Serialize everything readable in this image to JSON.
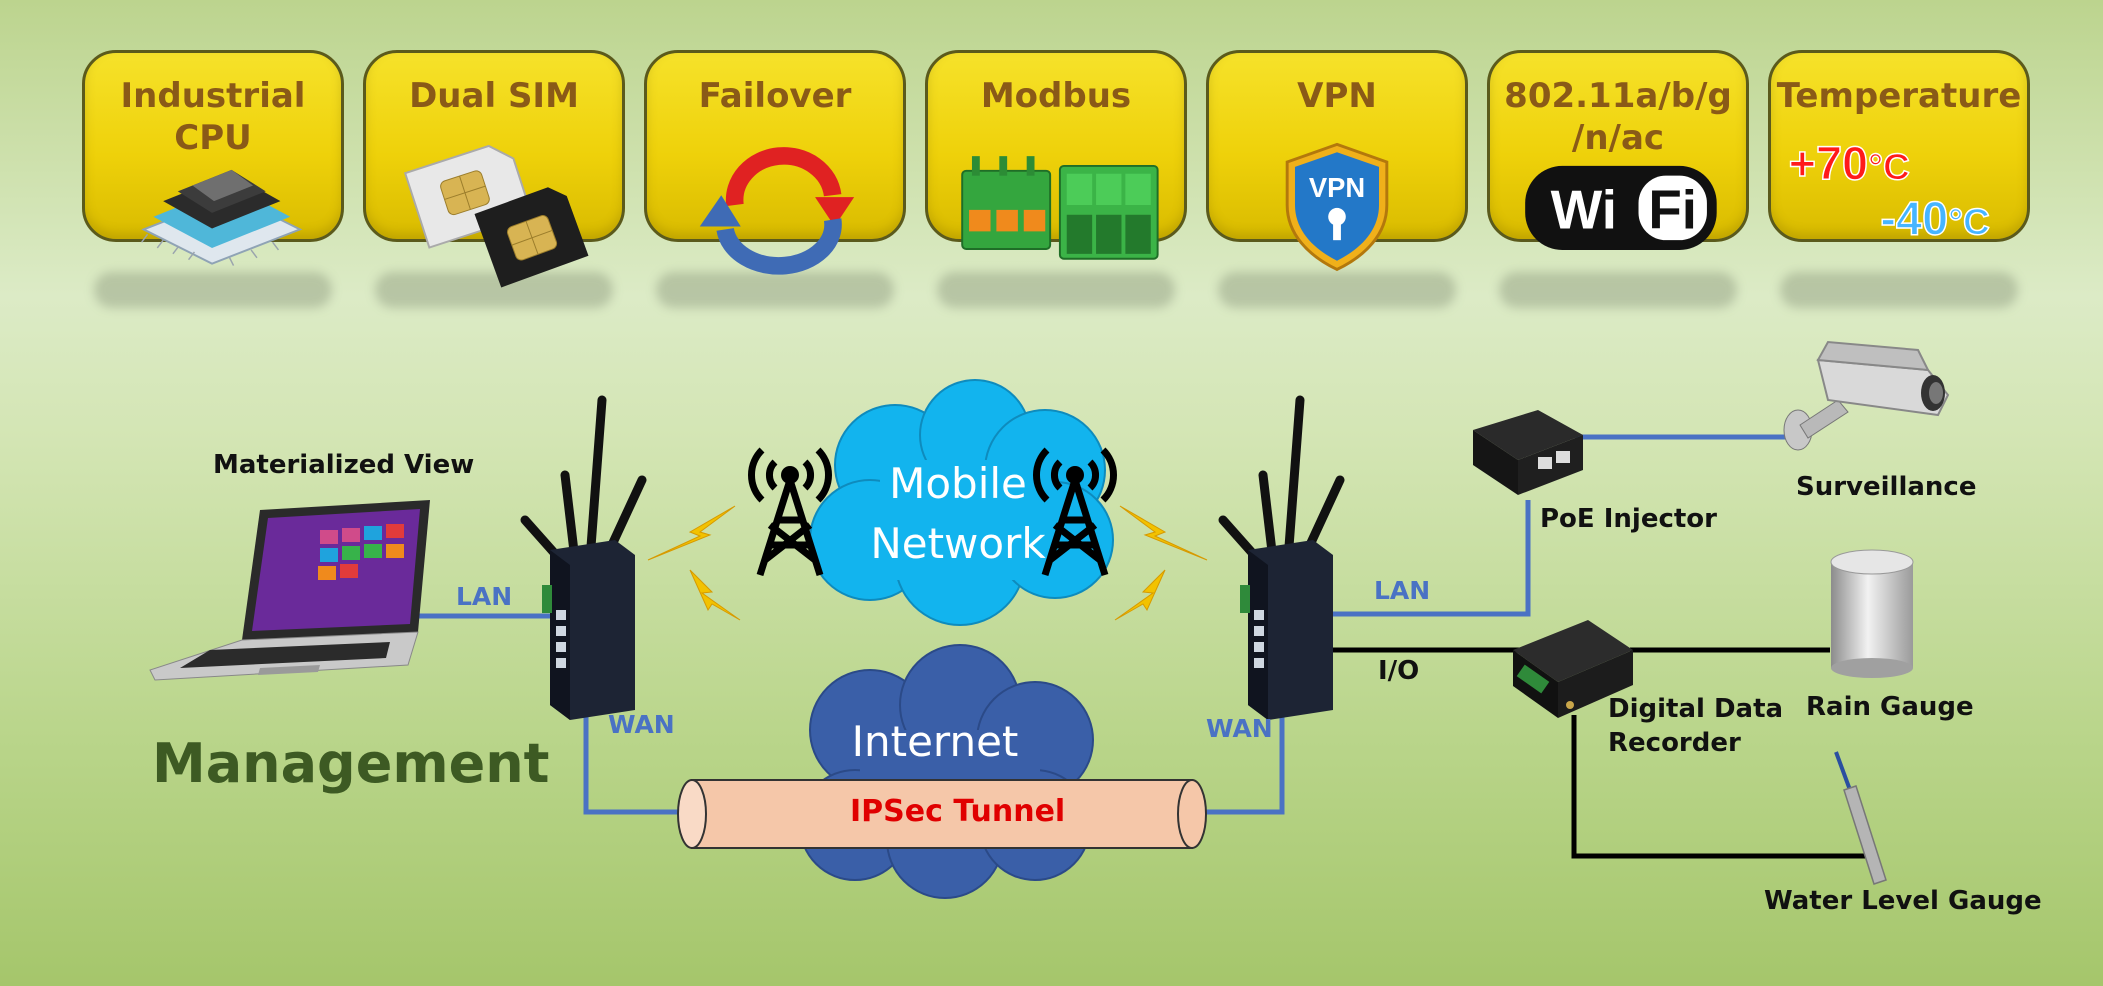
{
  "features": [
    {
      "label": "Industrial CPU",
      "icon": "cpu-chip-icon"
    },
    {
      "label": "Dual SIM",
      "icon": "sim-card-icon"
    },
    {
      "label": "Failover",
      "icon": "failover-arrows-icon"
    },
    {
      "label": "Modbus",
      "icon": "terminal-block-icon"
    },
    {
      "label": "VPN",
      "icon": "vpn-shield-icon"
    },
    {
      "label": "802.11a/b/g\n/n/ac",
      "icon": "wifi-badge-icon"
    },
    {
      "label": "Temperature",
      "icon": "temperature-range-icon"
    }
  ],
  "vpn_badge": "VPN",
  "wifi_badge": {
    "left": "Wi",
    "right": "Fi"
  },
  "temperature": {
    "high": "+70",
    "low": "-40",
    "unit": "°C"
  },
  "diagram": {
    "laptop_label": "Materialized View",
    "management_label": "Management",
    "mobile_network": "Mobile\nNetwork",
    "internet": "Internet",
    "ipsec_tunnel": "IPSec Tunnel",
    "left_lan": "LAN",
    "left_wan": "WAN",
    "right_lan": "LAN",
    "right_wan": "WAN",
    "io_label": "I/O",
    "poe_injector": "PoE Injector",
    "surveillance": "Surveillance",
    "digital_data_recorder": "Digital Data\nRecorder",
    "rain_gauge": "Rain Gauge",
    "water_level_gauge": "Water Level Gauge"
  },
  "colors": {
    "feature_fill": "#eed10a",
    "feature_text": "#8a5a17",
    "wire_blue": "#4a72c4",
    "wire_black": "#000000",
    "mobile_cloud": "#12b4ee",
    "internet_cloud": "#3a5fa8",
    "tunnel_fill": "#f5c7a9",
    "tunnel_text": "#e00000",
    "management_text": "#3d5a23"
  }
}
